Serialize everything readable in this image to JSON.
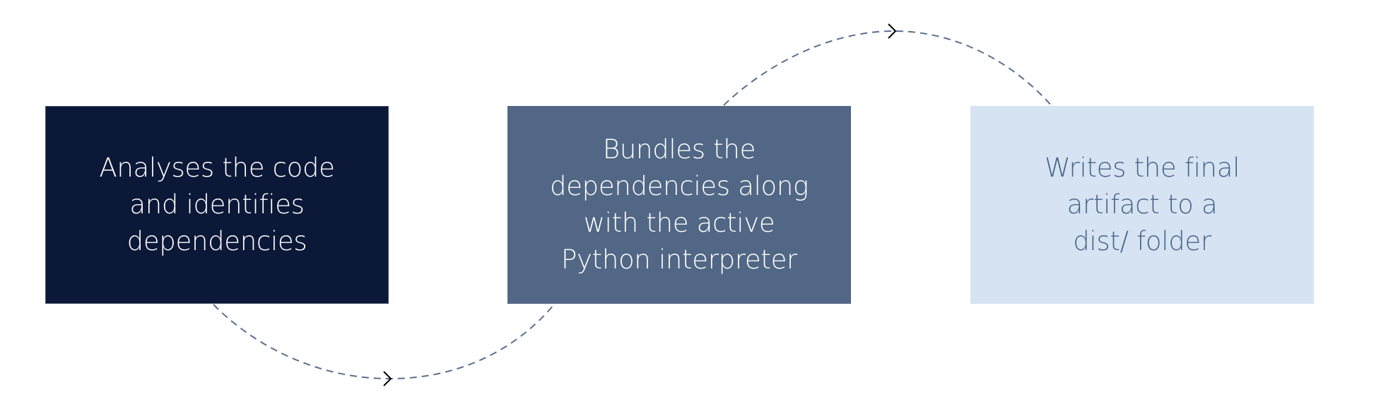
{
  "diagram": {
    "type": "process-flow",
    "colors": {
      "step1_bg": "#0b1838",
      "step2_bg": "#516785",
      "step3_bg": "#d6e3f2",
      "step1_text": "#ffffff",
      "step2_text": "#ffffff",
      "step3_text": "#4b6489",
      "connector": "#5b6f8f",
      "arrowhead": "#000000"
    },
    "steps": [
      {
        "id": "step-1",
        "lines": [
          "Analyses the code",
          "and identifies",
          "dependencies"
        ]
      },
      {
        "id": "step-2",
        "lines": [
          "Bundles the",
          "dependencies along",
          "with the active",
          "Python interpreter"
        ]
      },
      {
        "id": "step-3",
        "lines": [
          "Writes the final",
          "artifact to a",
          "dist/ folder"
        ]
      }
    ],
    "connectors": [
      {
        "from": "step-1",
        "to": "step-2",
        "style": "dashed-curve-below"
      },
      {
        "from": "step-2",
        "to": "step-3",
        "style": "dashed-curve-above"
      }
    ]
  }
}
